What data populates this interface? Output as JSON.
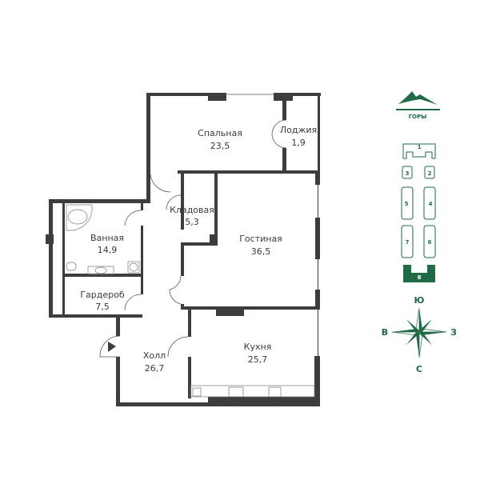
{
  "rooms": [
    {
      "name": "Спальная",
      "area": "23,5"
    },
    {
      "name": "Лоджия",
      "area": "1,9"
    },
    {
      "name": "Кладовая",
      "area": "5,3"
    },
    {
      "name": "Ванная",
      "area": "14,9"
    },
    {
      "name": "Гостиная",
      "area": "36,5"
    },
    {
      "name": "Гардероб",
      "area": "7,5"
    },
    {
      "name": "Холл",
      "area": "26,7"
    },
    {
      "name": "Кухня",
      "area": "25,7"
    }
  ],
  "logo": {
    "text": "ГОРЫ"
  },
  "buildings": [
    "1",
    "2",
    "3",
    "4",
    "5",
    "6",
    "7",
    "8"
  ],
  "selected_building": "8",
  "compass": {
    "north": "С",
    "south": "Ю",
    "east": "З",
    "west": "В"
  },
  "colors": {
    "wall": "#3d3d3d",
    "accent": "#1f6b45"
  }
}
